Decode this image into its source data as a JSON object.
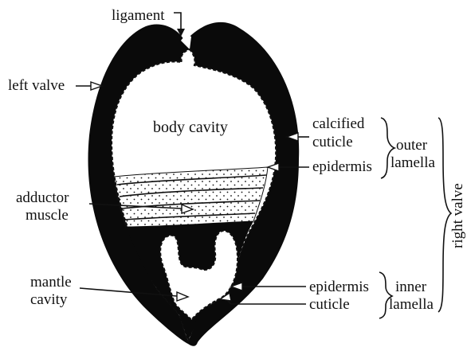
{
  "diagram": {
    "labels": {
      "ligament": "ligament",
      "left_valve": "left valve",
      "body_cavity": "body cavity",
      "calcified_cuticle_line1": "calcified",
      "calcified_cuticle_line2": "cuticle",
      "outer_lamella_line1": "outer",
      "outer_lamella_line2": "lamella",
      "epidermis_outer": "epidermis",
      "adductor_muscle_line1": "adductor",
      "adductor_muscle_line2": "muscle",
      "right_valve": "right valve",
      "mantle_cavity_line1": "mantle",
      "mantle_cavity_line2": "cavity",
      "epidermis_inner": "epidermis",
      "inner_lamella_line1": "inner",
      "inner_lamella_line2": "lamella",
      "cuticle": "cuticle"
    },
    "colors": {
      "valve": "#0a0a0a",
      "background": "#ffffff",
      "line": "#111111"
    }
  }
}
